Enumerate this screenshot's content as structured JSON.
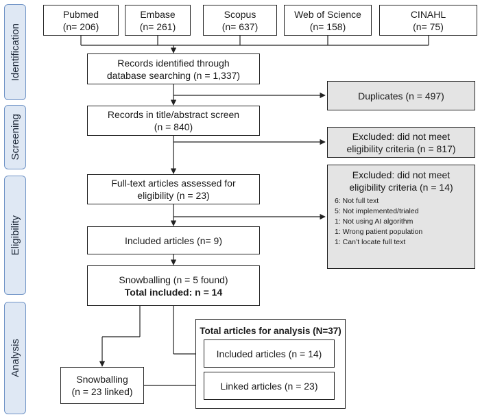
{
  "phases": {
    "identification": "Identification",
    "screening": "Screening",
    "eligibility": "Eligibility",
    "analysis": "Analysis"
  },
  "databases": [
    {
      "name": "Pubmed",
      "count": "(n= 206)"
    },
    {
      "name": "Embase",
      "count": "(n= 261)"
    },
    {
      "name": "Scopus",
      "count": "(n= 637)"
    },
    {
      "name": "Web of Science",
      "count": "(n= 158)"
    },
    {
      "name": "CINAHL",
      "count": "(n= 75)"
    }
  ],
  "records_identified": {
    "line1": "Records identified through",
    "line2": "database searching (n = 1,337)"
  },
  "duplicates": "Duplicates (n = 497)",
  "title_screen": {
    "line1": "Records in title/abstract screen",
    "line2": "(n = 840)"
  },
  "excluded_screen": {
    "line1": "Excluded: did not meet",
    "line2": "eligibility criteria (n = 817)"
  },
  "fulltext": {
    "line1": "Full-text articles assessed for",
    "line2": "eligibility (n = 23)"
  },
  "excluded_fulltext": {
    "line1": "Excluded: did not meet",
    "line2": "eligibility criteria (n = 14)",
    "reasons": [
      "6: Not full text",
      "5: Not implemented/trialed",
      "1: Not using AI algorithm",
      "1: Wrong patient population",
      "1: Can’t locate full text"
    ]
  },
  "included_articles": "Included articles (n= 9)",
  "snowballing_found": {
    "line1": "Snowballing (n = 5 found)",
    "line2": "Total included: n = 14"
  },
  "analysis_group": {
    "title": "Total articles for analysis (N=37)",
    "included": "Included articles (n = 14)",
    "linked": "Linked articles (n = 23)"
  },
  "snowballing_linked": {
    "line1": "Snowballing",
    "line2": "(n = 23 linked)"
  }
}
